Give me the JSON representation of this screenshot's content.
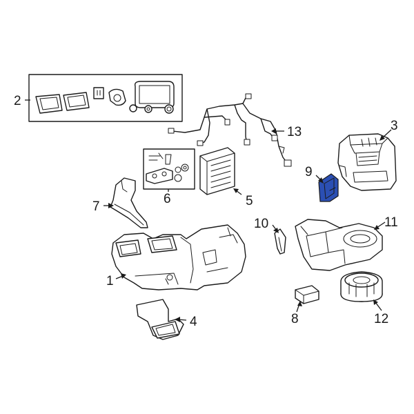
{
  "highlight_color": "#2b4fb3",
  "callouts": [
    {
      "id": "1",
      "label": "1"
    },
    {
      "id": "2",
      "label": "2"
    },
    {
      "id": "3",
      "label": "3"
    },
    {
      "id": "4",
      "label": "4"
    },
    {
      "id": "5",
      "label": "5"
    },
    {
      "id": "6",
      "label": "6"
    },
    {
      "id": "7",
      "label": "7"
    },
    {
      "id": "8",
      "label": "8"
    },
    {
      "id": "9",
      "label": "9",
      "highlighted": true
    },
    {
      "id": "10",
      "label": "10"
    },
    {
      "id": "11",
      "label": "11"
    },
    {
      "id": "12",
      "label": "12"
    },
    {
      "id": "13",
      "label": "13"
    }
  ]
}
